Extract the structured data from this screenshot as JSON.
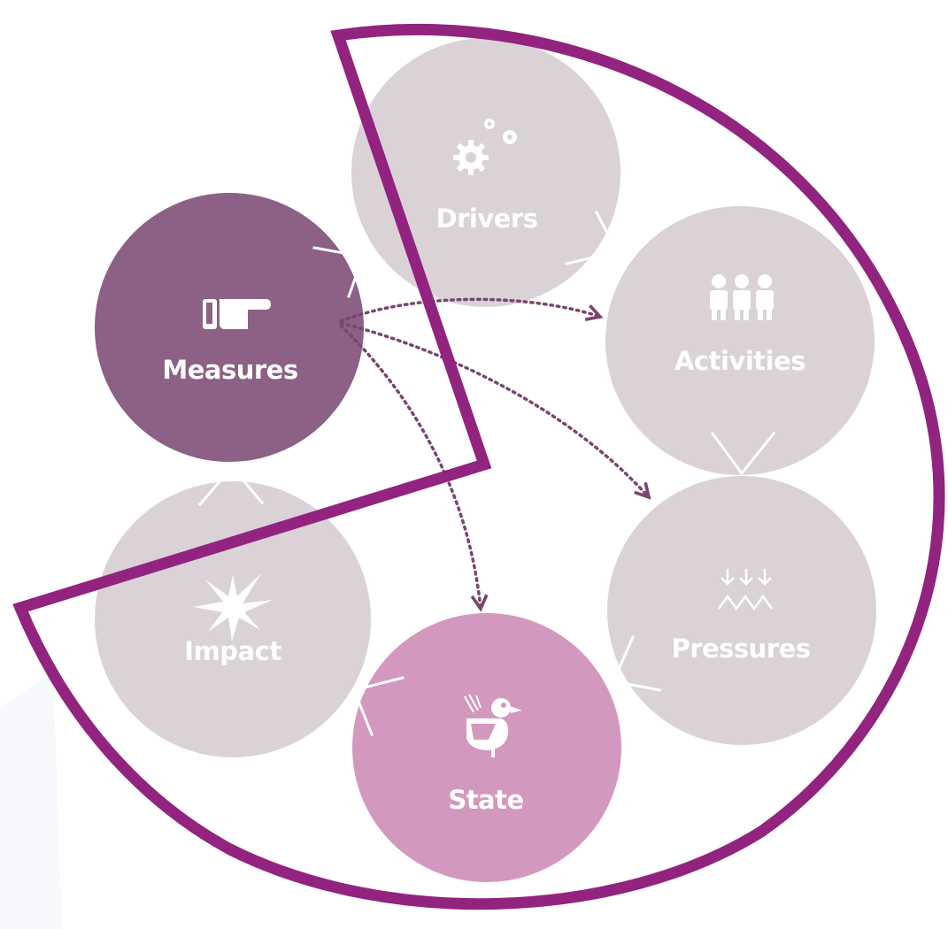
{
  "nodes": {
    "drivers": {
      "label": "Drivers",
      "icon": "gears-icon",
      "color": "#DAD2D7"
    },
    "activities": {
      "label": "Activities",
      "icon": "people-icon",
      "color": "#DAD2D7"
    },
    "pressures": {
      "label": "Pressures",
      "icon": "down-arrows-wave-icon",
      "color": "#DAD2D7"
    },
    "state": {
      "label": "State",
      "icon": "duck-icon",
      "color": "#D398BE"
    },
    "impact": {
      "label": "Impact",
      "icon": "burst-icon",
      "color": "#DAD2D7"
    },
    "measures": {
      "label": "Measures",
      "icon": "pointing-hand-icon",
      "color": "#8C6185"
    }
  },
  "colors": {
    "outline": "#92237F",
    "dotted_arrow": "#7A4670",
    "icon": "#ffffff",
    "background": "#ffffff"
  }
}
